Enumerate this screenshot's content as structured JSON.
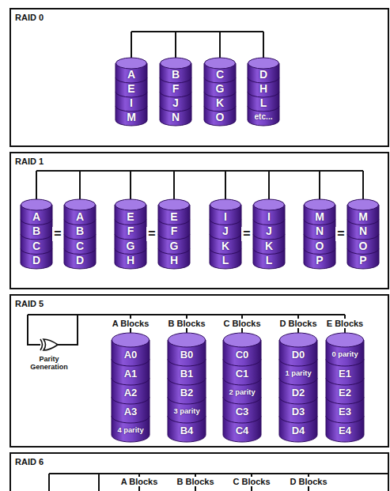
{
  "diagram": {
    "nodes": [
      {
        "text": [
          "RAID 0"
        ]
      },
      {
        "text": [
          "A",
          "E",
          "I",
          "M"
        ],
        "in": 0
      },
      {
        "text": [
          "B",
          "F",
          "J",
          "N"
        ],
        "in": 0
      },
      {
        "text": [
          "C",
          "G",
          "K",
          "O"
        ],
        "in": 0
      },
      {
        "text": [
          "D",
          "H",
          "L",
          "etc..."
        ],
        "in": 0
      },
      {
        "text": [
          "RAID 1"
        ]
      },
      {
        "text": [
          "A",
          "B",
          "C",
          "D"
        ],
        "in": 5
      },
      {
        "text": [
          "A",
          "B",
          "C",
          "D"
        ],
        "in": 5
      },
      {
        "text": [
          "E",
          "F",
          "G",
          "H"
        ],
        "in": 5
      },
      {
        "text": [
          "E",
          "F",
          "G",
          "H"
        ],
        "in": 5
      },
      {
        "text": [
          "I",
          "J",
          "K",
          "L"
        ],
        "in": 5
      },
      {
        "text": [
          "I",
          "J",
          "K",
          "L"
        ],
        "in": 5
      },
      {
        "text": [
          "M",
          "N",
          "O",
          "P"
        ],
        "in": 5
      },
      {
        "text": [
          "M",
          "N",
          "O",
          "P"
        ],
        "in": 5
      },
      {
        "text": [
          "RAID 5"
        ]
      },
      {
        "text": [
          "A0",
          "A1",
          "A2",
          "A3",
          "4 parity"
        ],
        "in": 14
      },
      {
        "text": [
          "B0",
          "B1",
          "B2",
          "3 parity",
          "B4"
        ],
        "in": 14
      },
      {
        "text": [
          "C0",
          "C1",
          "2 parity",
          "C3",
          "C4"
        ],
        "in": 14
      },
      {
        "text": [
          "D0",
          "1 parity",
          "D2",
          "D3",
          "D4"
        ],
        "in": 14
      },
      {
        "text": [
          "0 parity",
          "E1",
          "E2",
          "E3",
          "E4"
        ],
        "in": 14
      },
      {
        "text": [
          "RAID 6"
        ]
      }
    ],
    "labels": [
      "=",
      "=",
      "=",
      "=",
      "Parity Generation",
      "A Blocks",
      "B Blocks",
      "C Blocks",
      "D Blocks",
      "E Blocks",
      "A Blocks",
      "B Blocks",
      "C Blocks",
      "D Blocks"
    ]
  }
}
